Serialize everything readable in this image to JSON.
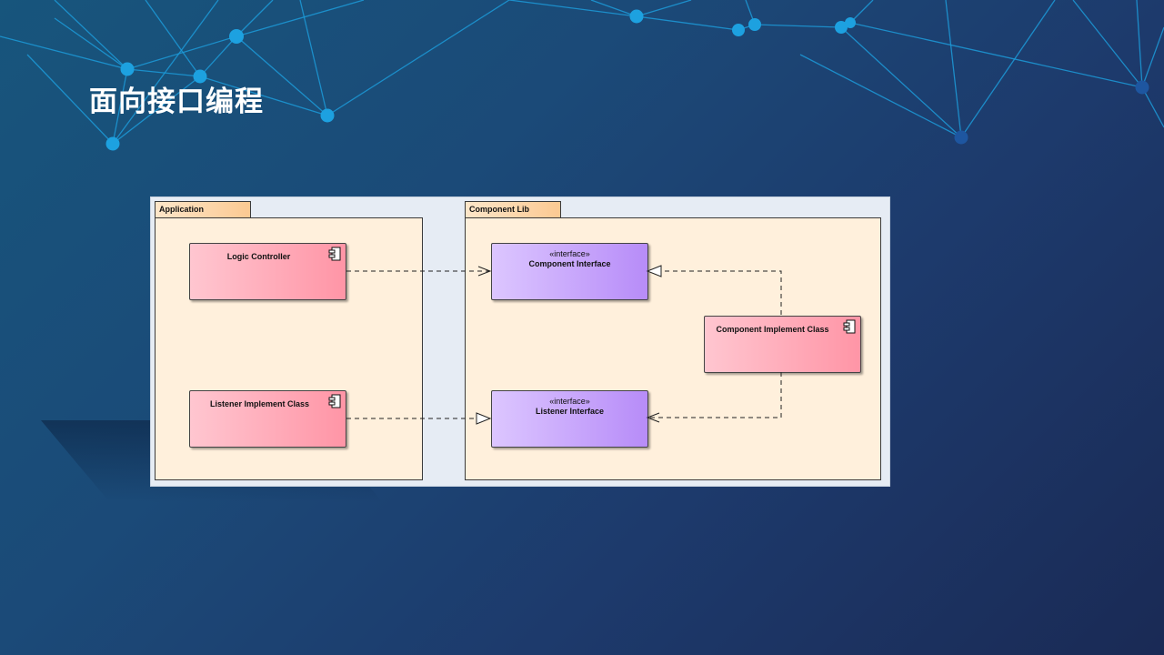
{
  "slide": {
    "title": "面向接口编程"
  },
  "diagram": {
    "packages": [
      {
        "id": "application",
        "label": "Application"
      },
      {
        "id": "component-lib",
        "label": "Component Lib"
      }
    ],
    "nodes": {
      "logic_controller": {
        "name": "Logic Controller",
        "kind": "component"
      },
      "listener_impl": {
        "name": "Listener Implement Class",
        "kind": "component"
      },
      "component_interface": {
        "stereotype": "«interface»",
        "name": "Component Interface",
        "kind": "interface"
      },
      "listener_interface": {
        "stereotype": "«interface»",
        "name": "Listener Interface",
        "kind": "interface"
      },
      "component_impl": {
        "name": "Component Implement Class",
        "kind": "component"
      }
    },
    "relations": [
      {
        "from": "Logic Controller",
        "to": "Component Interface",
        "type": "dependency"
      },
      {
        "from": "Listener Implement Class",
        "to": "Listener Interface",
        "type": "realization"
      },
      {
        "from": "Component Implement Class",
        "to": "Component Interface",
        "type": "realization"
      },
      {
        "from": "Component Implement Class",
        "to": "Listener Interface",
        "type": "dependency"
      }
    ]
  },
  "colors": {
    "background": "#1b4a78",
    "network": "#1da1e0",
    "component_fill": "#ff95a6",
    "interface_fill": "#b78cf8",
    "package_fill": "#fff0dc"
  }
}
